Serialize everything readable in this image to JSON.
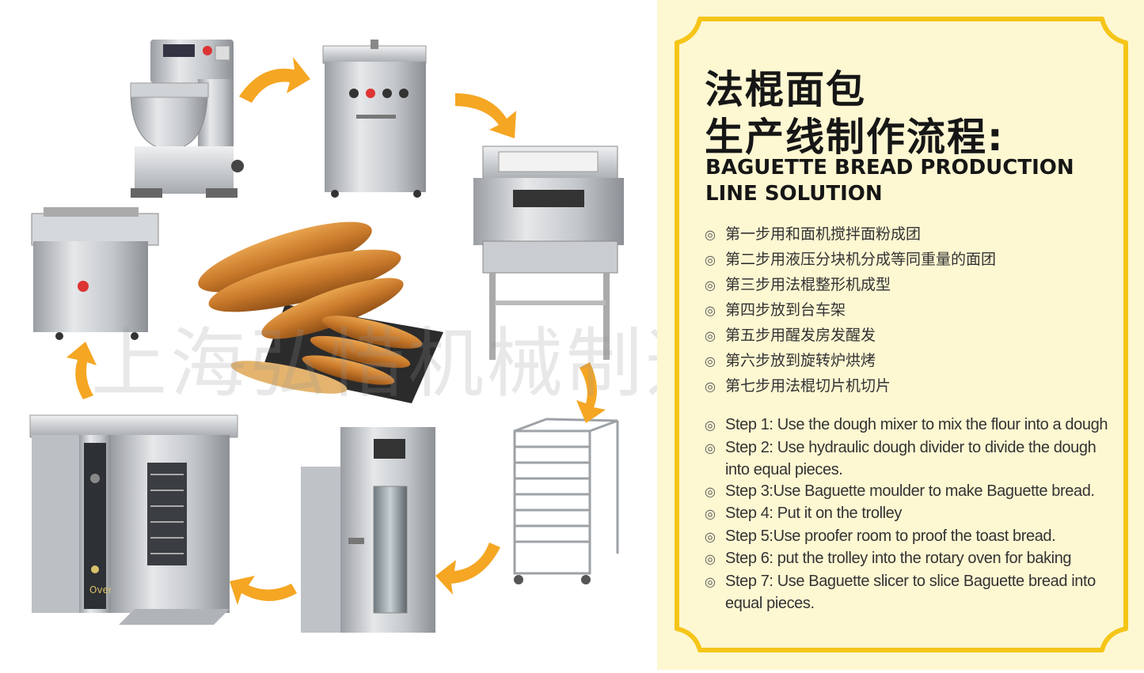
{
  "title_cn": {
    "line1": "法棍面包",
    "line2": "生产线制作流程:"
  },
  "title_en": {
    "line1": "BAGUETTE BREAD PRODUCTION",
    "line2": "LINE SOLUTION"
  },
  "bullet_symbol": "◎",
  "steps_cn": [
    "第一步用和面机搅拌面粉成团",
    "第二步用液压分块机分成等同重量的面团",
    "第三步用法棍整形机成型",
    "第四步放到台车架",
    "第五步用醒发房发醒发",
    "第六步放到旋转炉烘烤",
    "第七步用法棍切片机切片"
  ],
  "steps_en": [
    "Step 1: Use the dough mixer to mix the flour into a dough",
    "Step 2: Use hydraulic dough divider to divide the dough into equal pieces.",
    "Step 3:Use Baguette moulder to make Baguette bread.",
    "Step 4: Put it on the trolley",
    "Step 5:Use proofer room to proof the toast bread.",
    "Step 6: put the trolley into the rotary oven for baking",
    "Step 7: Use Baguette slicer to slice Baguette bread into equal pieces."
  ],
  "watermark": "上海弘惜机械制造有限公司",
  "oven_label": "Oven",
  "colors": {
    "panel_bg": "#fdf7d2",
    "frame": "#f5c518",
    "arrow": "#f5a623",
    "steel": "#c9ccd0"
  },
  "icons": [
    "dough-mixer-icon",
    "dough-divider-icon",
    "baguette-moulder-icon",
    "trolley-icon",
    "proofer-icon",
    "rotary-oven-icon",
    "baguette-slicer-icon",
    "baguette-bread-icon",
    "curved-arrow-icon"
  ]
}
